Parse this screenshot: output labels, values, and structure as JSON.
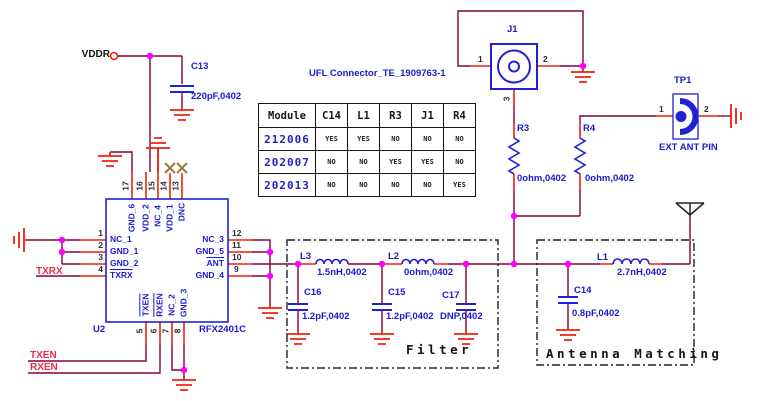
{
  "nets": {
    "vddr": "VDDR",
    "txrx": "TXRX",
    "txen": "TXEN",
    "rxen": "RXEN"
  },
  "sections": {
    "filter": "Filter",
    "antenna_matching": "Antenna Matching"
  },
  "u2": {
    "ref": "U2",
    "part": "RFX2401C",
    "pins_left": [
      {
        "num": "1",
        "name": "NC_1"
      },
      {
        "num": "2",
        "name": "GND_1"
      },
      {
        "num": "3",
        "name": "GND_2"
      },
      {
        "num": "4",
        "name": "TXRX"
      }
    ],
    "pins_right": [
      {
        "num": "12",
        "name": "NC_3"
      },
      {
        "num": "11",
        "name": "GND_5"
      },
      {
        "num": "10",
        "name": "ANT"
      },
      {
        "num": "9",
        "name": "GND_4"
      }
    ],
    "pins_top": [
      {
        "num": "17",
        "name": "GND_6"
      },
      {
        "num": "16",
        "name": "VDD_2"
      },
      {
        "num": "15",
        "name": "NC_4"
      },
      {
        "num": "14",
        "name": "VDD_1"
      },
      {
        "num": "13",
        "name": "DNC"
      }
    ],
    "pins_bottom": [
      {
        "num": "5",
        "name": "TXEN"
      },
      {
        "num": "6",
        "name": "RXEN"
      },
      {
        "num": "7",
        "name": "NC_2"
      },
      {
        "num": "8",
        "name": "GND_3"
      }
    ]
  },
  "components": {
    "c13": {
      "ref": "C13",
      "value": "220pF,0402"
    },
    "c14": {
      "ref": "C14",
      "value": "0.8pF,0402"
    },
    "c15": {
      "ref": "C15",
      "value": "1.2pF,0402"
    },
    "c16": {
      "ref": "C16",
      "value": "1.2pF,0402"
    },
    "c17": {
      "ref": "C17",
      "value": "DNP,0402"
    },
    "l1": {
      "ref": "L1",
      "value": "2.7nH,0402"
    },
    "l2": {
      "ref": "L2",
      "value": "0ohm,0402"
    },
    "l3": {
      "ref": "L3",
      "value": "1.5nH,0402"
    },
    "r3": {
      "ref": "R3",
      "value": "0ohm,0402"
    },
    "r4": {
      "ref": "R4",
      "value": "0ohm,0402"
    }
  },
  "j1": {
    "ref": "J1",
    "desc": "UFL Connector_TE_1909763-1",
    "pin1": "1",
    "pin2": "2",
    "pin3": "3"
  },
  "tp1": {
    "ref": "TP1",
    "label": "EXT ANT PIN",
    "pin1": "1",
    "pin2": "2"
  },
  "module_table": {
    "headers": [
      "Module",
      "C14",
      "L1",
      "R3",
      "J1",
      "R4"
    ],
    "rows": [
      {
        "module": "212006",
        "values": [
          "YES",
          "YES",
          "NO",
          "NO",
          "NO"
        ]
      },
      {
        "module": "202007",
        "values": [
          "NO",
          "NO",
          "YES",
          "YES",
          "NO"
        ]
      },
      {
        "module": "202013",
        "values": [
          "NO",
          "NO",
          "NO",
          "NO",
          "YES"
        ]
      }
    ]
  },
  "colors": {
    "wire": "#800040",
    "pin_stub": "#ee2211",
    "component": "#2020d6",
    "label_blue": "#1a1ad1",
    "junction": "#ff00ff",
    "ground": "#ee2211",
    "net_label": "#ee2b45",
    "no_connect": "#996622",
    "text": "#151515"
  }
}
